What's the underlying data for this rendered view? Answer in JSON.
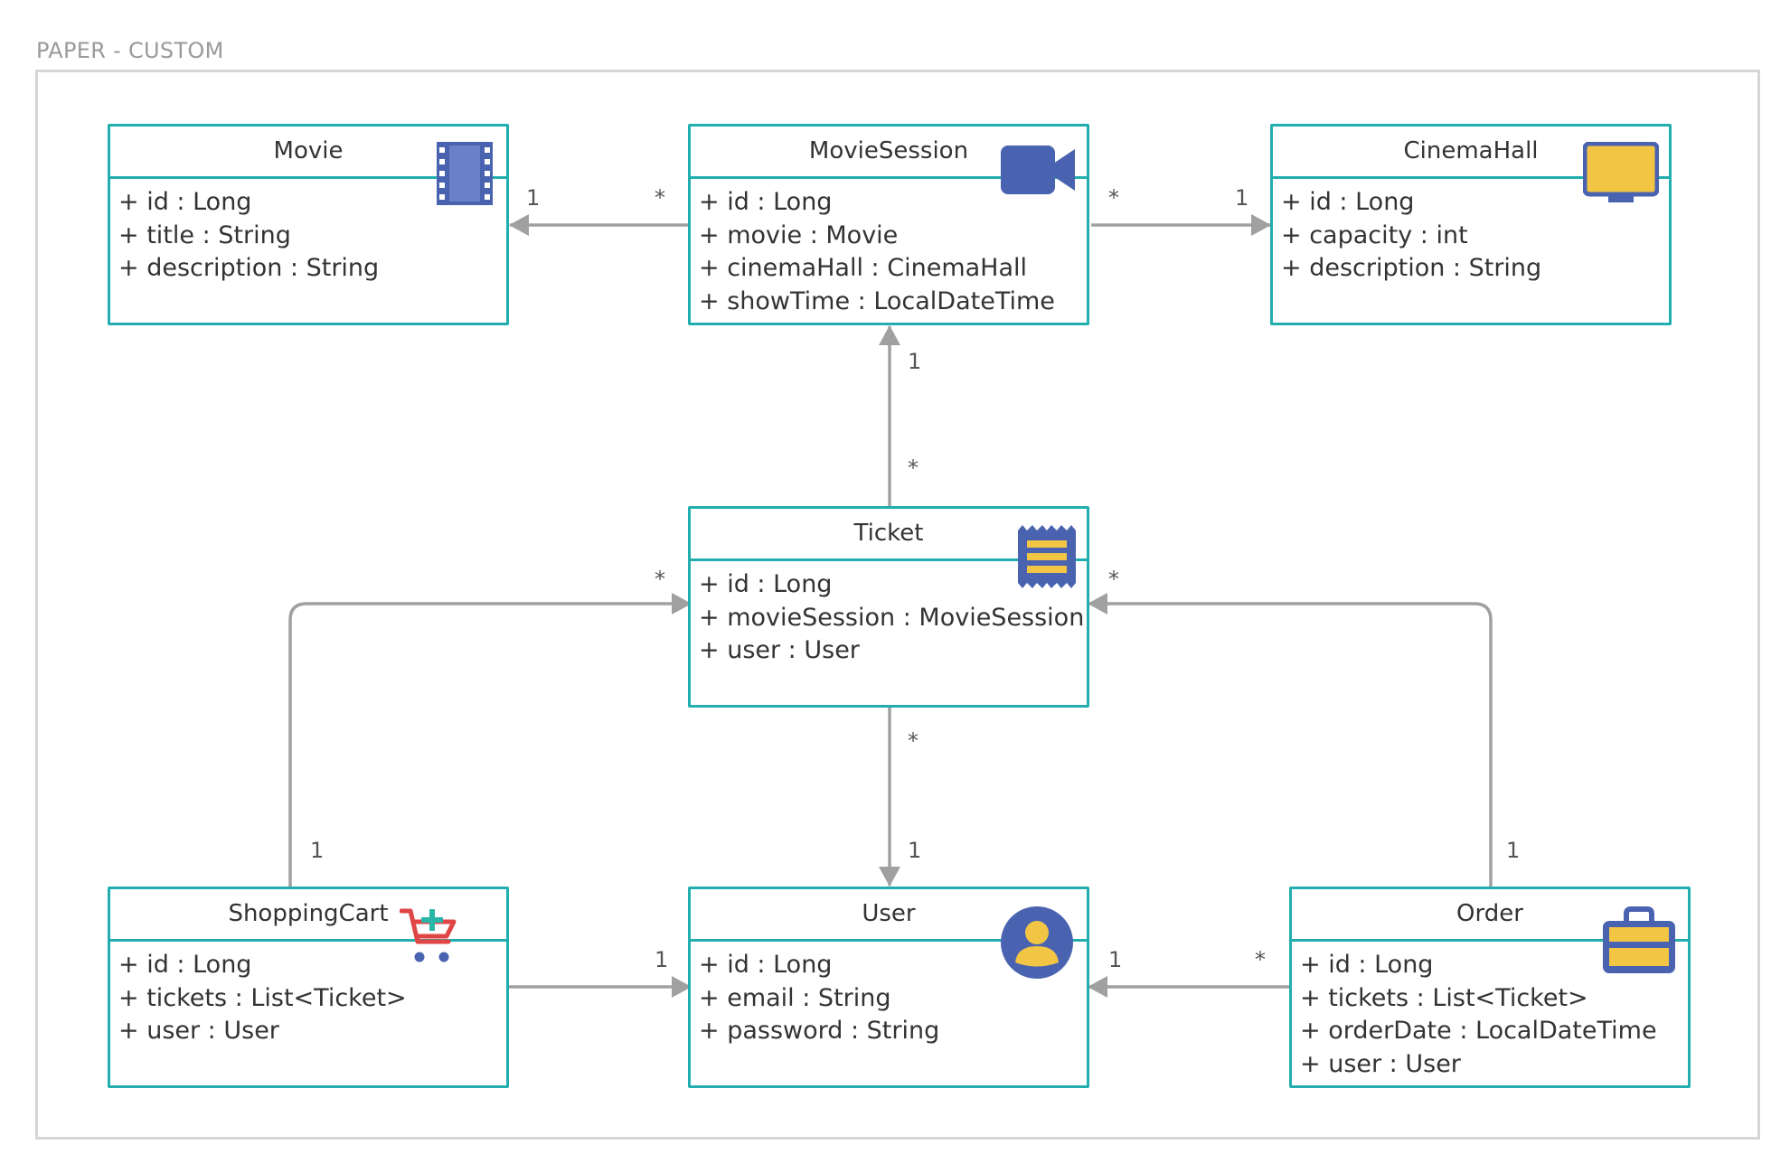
{
  "paper_label": "PAPER - CUSTOM",
  "colors": {
    "class_border": "#22aeae",
    "edge": "#a0a0a0",
    "icon_blue": "#4a63b0",
    "icon_yellow": "#f2c544",
    "icon_red": "#e04646",
    "icon_teal": "#2bb5a8"
  },
  "classes": {
    "movie": {
      "title": "Movie",
      "icon": "film-icon",
      "attrs": [
        "+ id : Long",
        "+ title : String",
        "+ description : String"
      ]
    },
    "movie_session": {
      "title": "MovieSession",
      "icon": "video-camera-icon",
      "attrs": [
        "+ id : Long",
        "+ movie : Movie",
        "+ cinemaHall : CinemaHall",
        "+ showTime : LocalDateTime"
      ]
    },
    "cinema_hall": {
      "title": "CinemaHall",
      "icon": "monitor-icon",
      "attrs": [
        "+ id : Long",
        "+ capacity : int",
        "+ description : String"
      ]
    },
    "ticket": {
      "title": "Ticket",
      "icon": "receipt-icon",
      "attrs": [
        "+ id : Long",
        "+ movieSession : MovieSession",
        "+ user : User"
      ]
    },
    "shopping_cart": {
      "title": "ShoppingCart",
      "icon": "add-to-cart-icon",
      "attrs": [
        "+ id : Long",
        "+ tickets : List<Ticket>",
        "+ user : User"
      ]
    },
    "user": {
      "title": "User",
      "icon": "user-avatar-icon",
      "attrs": [
        "+ id : Long",
        "+ email : String",
        "+ password : String"
      ]
    },
    "order": {
      "title": "Order",
      "icon": "briefcase-icon",
      "attrs": [
        "+ id : Long",
        "+ tickets : List<Ticket>",
        "+ orderDate : LocalDateTime",
        "+ user : User"
      ]
    }
  },
  "multiplicities": {
    "session_movie_target": "1",
    "session_movie_source": "*",
    "session_hall_source": "*",
    "session_hall_target": "1",
    "ticket_session_target": "1",
    "ticket_session_source": "*",
    "cart_ticket_target": "*",
    "cart_ticket_source": "1",
    "order_ticket_target": "*",
    "order_ticket_source": "1",
    "ticket_user_source": "*",
    "ticket_user_target": "1",
    "cart_user_source": "1",
    "cart_user_target": "1",
    "order_user_target": "1",
    "order_user_source": "*"
  }
}
